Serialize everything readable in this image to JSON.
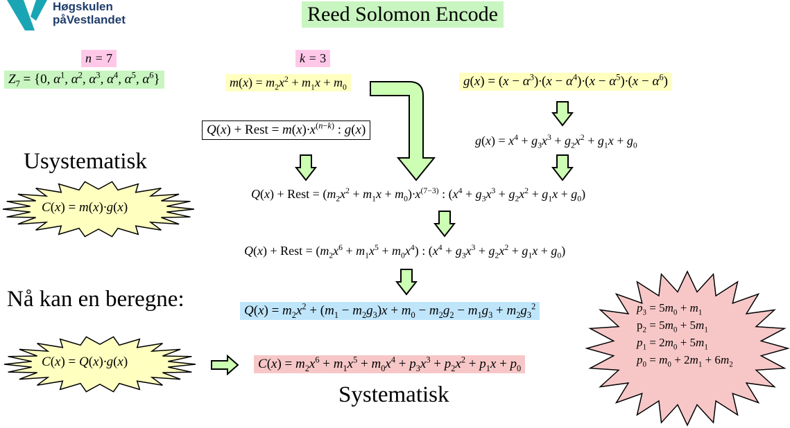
{
  "logo": {
    "line1": "Høgskulen",
    "line2": "påVestlandet"
  },
  "title": "Reed Solomon Encode",
  "labels": {
    "usystematisk": "Usystematisk",
    "naa_kan": "Nå kan en beregne:",
    "systematisk": "Systematisk"
  },
  "params": {
    "n": "n = 7",
    "k": "k = 3"
  },
  "colors": {
    "accent_green": "#c8f5c0",
    "yellow": "#ffffc0",
    "pink": "#ffc8e8",
    "blue": "#bfe5fb",
    "red": "#f7c7c7",
    "arrow_green": "#ccffb3",
    "logo_teal": "#1aa5b4"
  },
  "formulas": {
    "z7": "Z7 = {0, α^1, α^2, α^3, α^4, α^5, α^6}",
    "m": "m(x) = m2x^2 + m1x + m0",
    "g_factored": "g(x) = (x − α^3)·(x − α^4)·(x − α^5)·(x − α^6)",
    "q_def": "Q(x) + Rest = m(x)·x^(n−k) : g(x)",
    "g_expanded": "g(x) = x^4 + g3x^3 + g2x^2 + g1x + g0",
    "c_nonsys": "C(x) = m(x)·g(x)",
    "q_sub": "Q(x) + Rest = (m2x^2 + m1x + m0)·x^(7−3) : (x^4 + g3x^3 + g2x^2 + g1x + g0)",
    "q_expanded": "Q(x) + Rest = (m2x^6 + m1x^5 + m0x^4) : (x^4 + g3x^3 + g2x^2 + g1x + g0)",
    "q_result": "Q(x) = m2x^2 + (m1 − m2g3)x + m0 − m2g2 − m1g3 + m2g3^2",
    "c_sys_def": "C(x) = Q(x)·g(x)",
    "c_sys": "C(x) = m2x^6 + m1x^5 + m0x^4 + p3x^3 + p2x^2 + p1x + p0",
    "p3": "p3 = 5m0 + m1",
    "p2": "p2 = 5m0 + 5m1",
    "p1": "p1 = 2m0 + 5m1",
    "p0": "p0 = m0 + 2m1 + 6m2"
  }
}
